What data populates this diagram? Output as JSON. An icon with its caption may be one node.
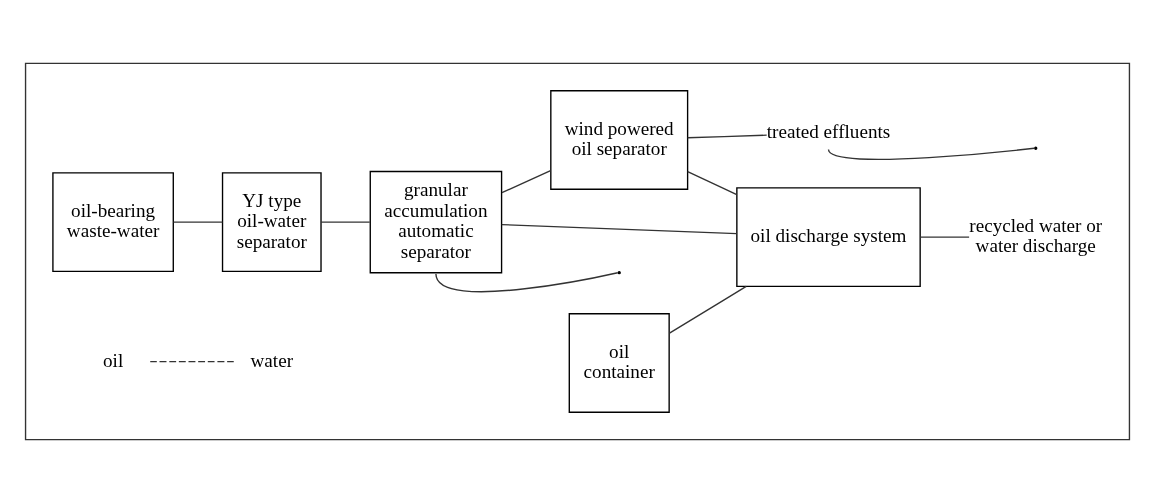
{
  "diagram": {
    "nodes": [
      {
        "text": [],
        "shape": "box"
      },
      {
        "text": [
          "oil-bearing waste-water"
        ],
        "in": 0
      },
      {
        "text": [
          "YJ type oil-water separator"
        ],
        "in": 0
      },
      {
        "text": [
          "granular accumulation automatic separator"
        ],
        "in": 0
      },
      {
        "text": [
          "wind powered oil separator"
        ],
        "in": 0
      },
      {
        "text": [
          "treated effluents"
        ],
        "in": 0
      },
      {
        "text": [
          "oil"
        ],
        "in": 0
      },
      {
        "text": [
          "water"
        ],
        "in": 0
      },
      {
        "text": [
          "oil container"
        ],
        "in": 0
      },
      {
        "text": [
          "oil discharge system"
        ],
        "in": 0
      },
      {
        "text": [
          "recycled water or water discharge"
        ],
        "in": 0
      }
    ],
    "edges": [
      {
        "from": 1,
        "to": 2,
        "arrow": "none"
      },
      {
        "from": 2,
        "to": 3,
        "arrow": "none"
      },
      {
        "from": 3,
        "to": 4,
        "arrow": "none"
      },
      {
        "from": 4,
        "to": 5,
        "arrow": "none"
      },
      {
        "from": 5,
        "to": null,
        "arrow": "none"
      },
      {
        "from": 6,
        "to": 7,
        "arrow": "none",
        "style": "dashed"
      },
      {
        "from": 4,
        "to": 9,
        "arrow": "none"
      },
      {
        "from": 8,
        "to": 9,
        "arrow": "none"
      },
      {
        "from": 9,
        "to": 10,
        "arrow": "none"
      },
      {
        "from": 3,
        "to": 9,
        "arrow": "none"
      },
      {
        "from": 3,
        "to": null,
        "arrow": "none"
      }
    ]
  }
}
